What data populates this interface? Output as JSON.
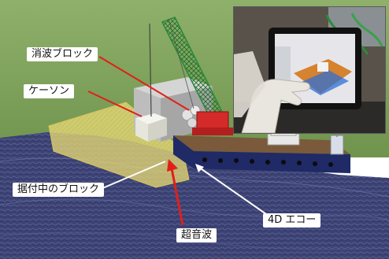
{
  "figure": {
    "labels": {
      "wave_block": "消波ブロック",
      "caisson": "ケーソン",
      "block_being_placed": "据付中のブロック",
      "ultrasound": "超音波",
      "echo_4d": "4D エコー"
    },
    "inset_photo": {
      "subject": "worker operating tablet showing 3D echo view"
    },
    "colors": {
      "seabed": "#3a3f6e",
      "water_sky": "#7fa05a",
      "sonar_volume": "#e8d870",
      "crane": "#2a8a3a",
      "barge_hull": "#1f2a66",
      "pointer_red": "#e0201a",
      "pointer_white": "#ffffff"
    }
  }
}
